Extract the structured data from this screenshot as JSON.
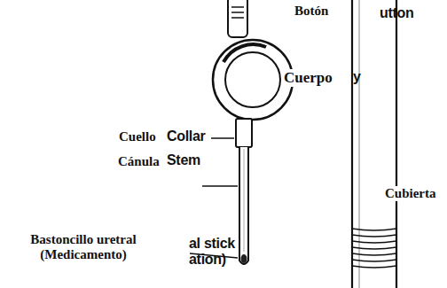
{
  "diagram": {
    "labels": [
      "Botón",
      "utton",
      "Cuerpo",
      "y",
      "Cuello",
      "Collar",
      "Cánula",
      "Stem",
      "Cubierta",
      "Bastoncillo uretral (Medicamento)",
      "al stick",
      "ation)"
    ]
  }
}
